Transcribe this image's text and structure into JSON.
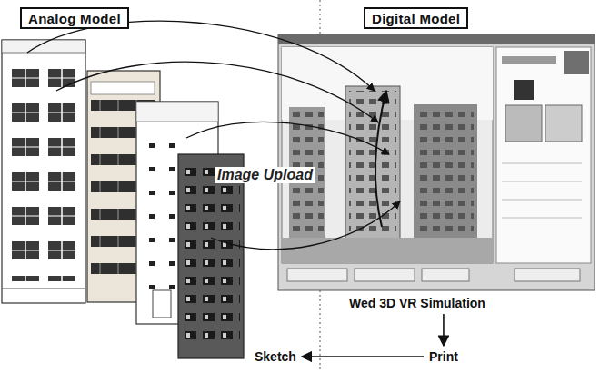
{
  "diagram": {
    "nodes": [
      {
        "text": [
          "Analog Model"
        ]
      },
      {
        "text": [
          "Digital Model"
        ]
      },
      {
        "text": [
          "Wed 3D VR Simulation"
        ]
      },
      {
        "text": [
          "Print"
        ]
      },
      {
        "text": [
          "Sketch"
        ]
      }
    ],
    "edges": [
      {
        "from": 2,
        "to": 3,
        "arrow": "to"
      },
      {
        "from": 3,
        "to": 4,
        "arrow": "to"
      }
    ],
    "labels": [
      "Image Upload"
    ]
  }
}
